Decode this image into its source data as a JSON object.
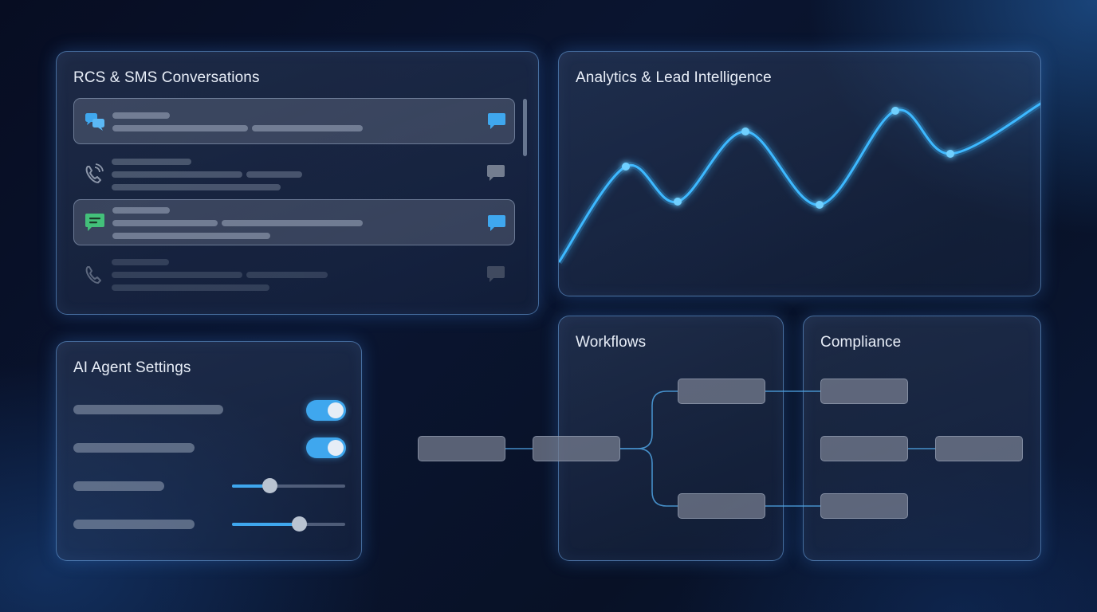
{
  "panels": {
    "rcs": {
      "title": "RCS & SMS Conversations"
    },
    "analytics": {
      "title": "Analytics & Lead Intelligence"
    },
    "ai": {
      "title": "AI Agent Settings"
    },
    "workflows": {
      "title": "Workflows"
    },
    "compliance": {
      "title": "Compliance"
    }
  },
  "conversations": [
    {
      "icon": "chat-bubbles-icon",
      "channel_color": "#3fa7ee",
      "highlighted": true,
      "status_icon": "message-bubble-icon",
      "status_color": "#3fa7ee"
    },
    {
      "icon": "phone-signal-icon",
      "channel_color": "#8b95a8",
      "highlighted": false,
      "status_icon": "message-bubble-icon",
      "status_color": "#737d8f"
    },
    {
      "icon": "chat-text-icon",
      "channel_color": "#43c07a",
      "highlighted": true,
      "status_icon": "message-bubble-icon",
      "status_color": "#3fa7ee"
    },
    {
      "icon": "phone-icon",
      "channel_color": "#6f7889",
      "highlighted": false,
      "status_icon": "message-bubble-icon",
      "status_color": "#5f6878"
    }
  ],
  "ai_settings": {
    "toggles": [
      {
        "on": true
      },
      {
        "on": true
      }
    ],
    "sliders": [
      {
        "level": 0.33
      },
      {
        "level": 0.59
      }
    ]
  },
  "chart_data": {
    "type": "line",
    "title": "",
    "xlabel": "",
    "ylabel": "",
    "grid": false,
    "series": [
      {
        "values": [
          0,
          60,
          38,
          82,
          36,
          95,
          68,
          100
        ]
      }
    ],
    "highlighted_point_indices": [
      1,
      2,
      3,
      4,
      5,
      6
    ]
  },
  "colors": {
    "accent": "#3fa7ee",
    "line": "#3db8ff",
    "green": "#43c07a"
  }
}
